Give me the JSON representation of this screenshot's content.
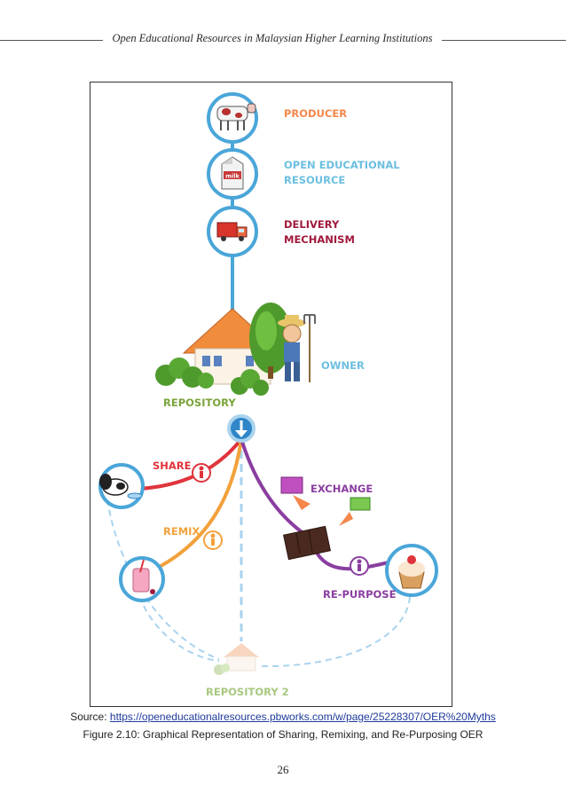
{
  "header": {
    "title": "Open Educational Resources in Malaysian Higher Learning Institutions"
  },
  "figure": {
    "labels": {
      "producer": "PRODUCER",
      "oer_line1": "OPEN EDUCATIONAL",
      "oer_line2": "RESOURCE",
      "delivery_line1": "DELIVERY",
      "delivery_line2": "MECHANISM",
      "owner": "OWNER",
      "repository": "REPOSITORY",
      "share": "SHARE",
      "remix": "REMIX",
      "exchange": "EXCHANGE",
      "repurpose": "RE-PURPOSE",
      "repository2": "REPOSITORY 2",
      "milk_carton": "milk"
    },
    "colors": {
      "blue": "#4aa6d9",
      "light_blue": "#a9d3ee",
      "orange": "#f4874b",
      "dark_red": "#a01a3c",
      "teal": "#6cbfe0",
      "green": "#7aa43a",
      "red": "#e0343c",
      "amber": "#f2a13b",
      "purple": "#8a3ea0"
    }
  },
  "source": {
    "prefix": "Source: ",
    "url": "https://openeducationalresources.pbworks.com/w/page/25228307/OER%20Myths"
  },
  "caption": "Figure 2.10: Graphical Representation of Sharing, Remixing, and Re-Purposing OER",
  "page_number": "26"
}
